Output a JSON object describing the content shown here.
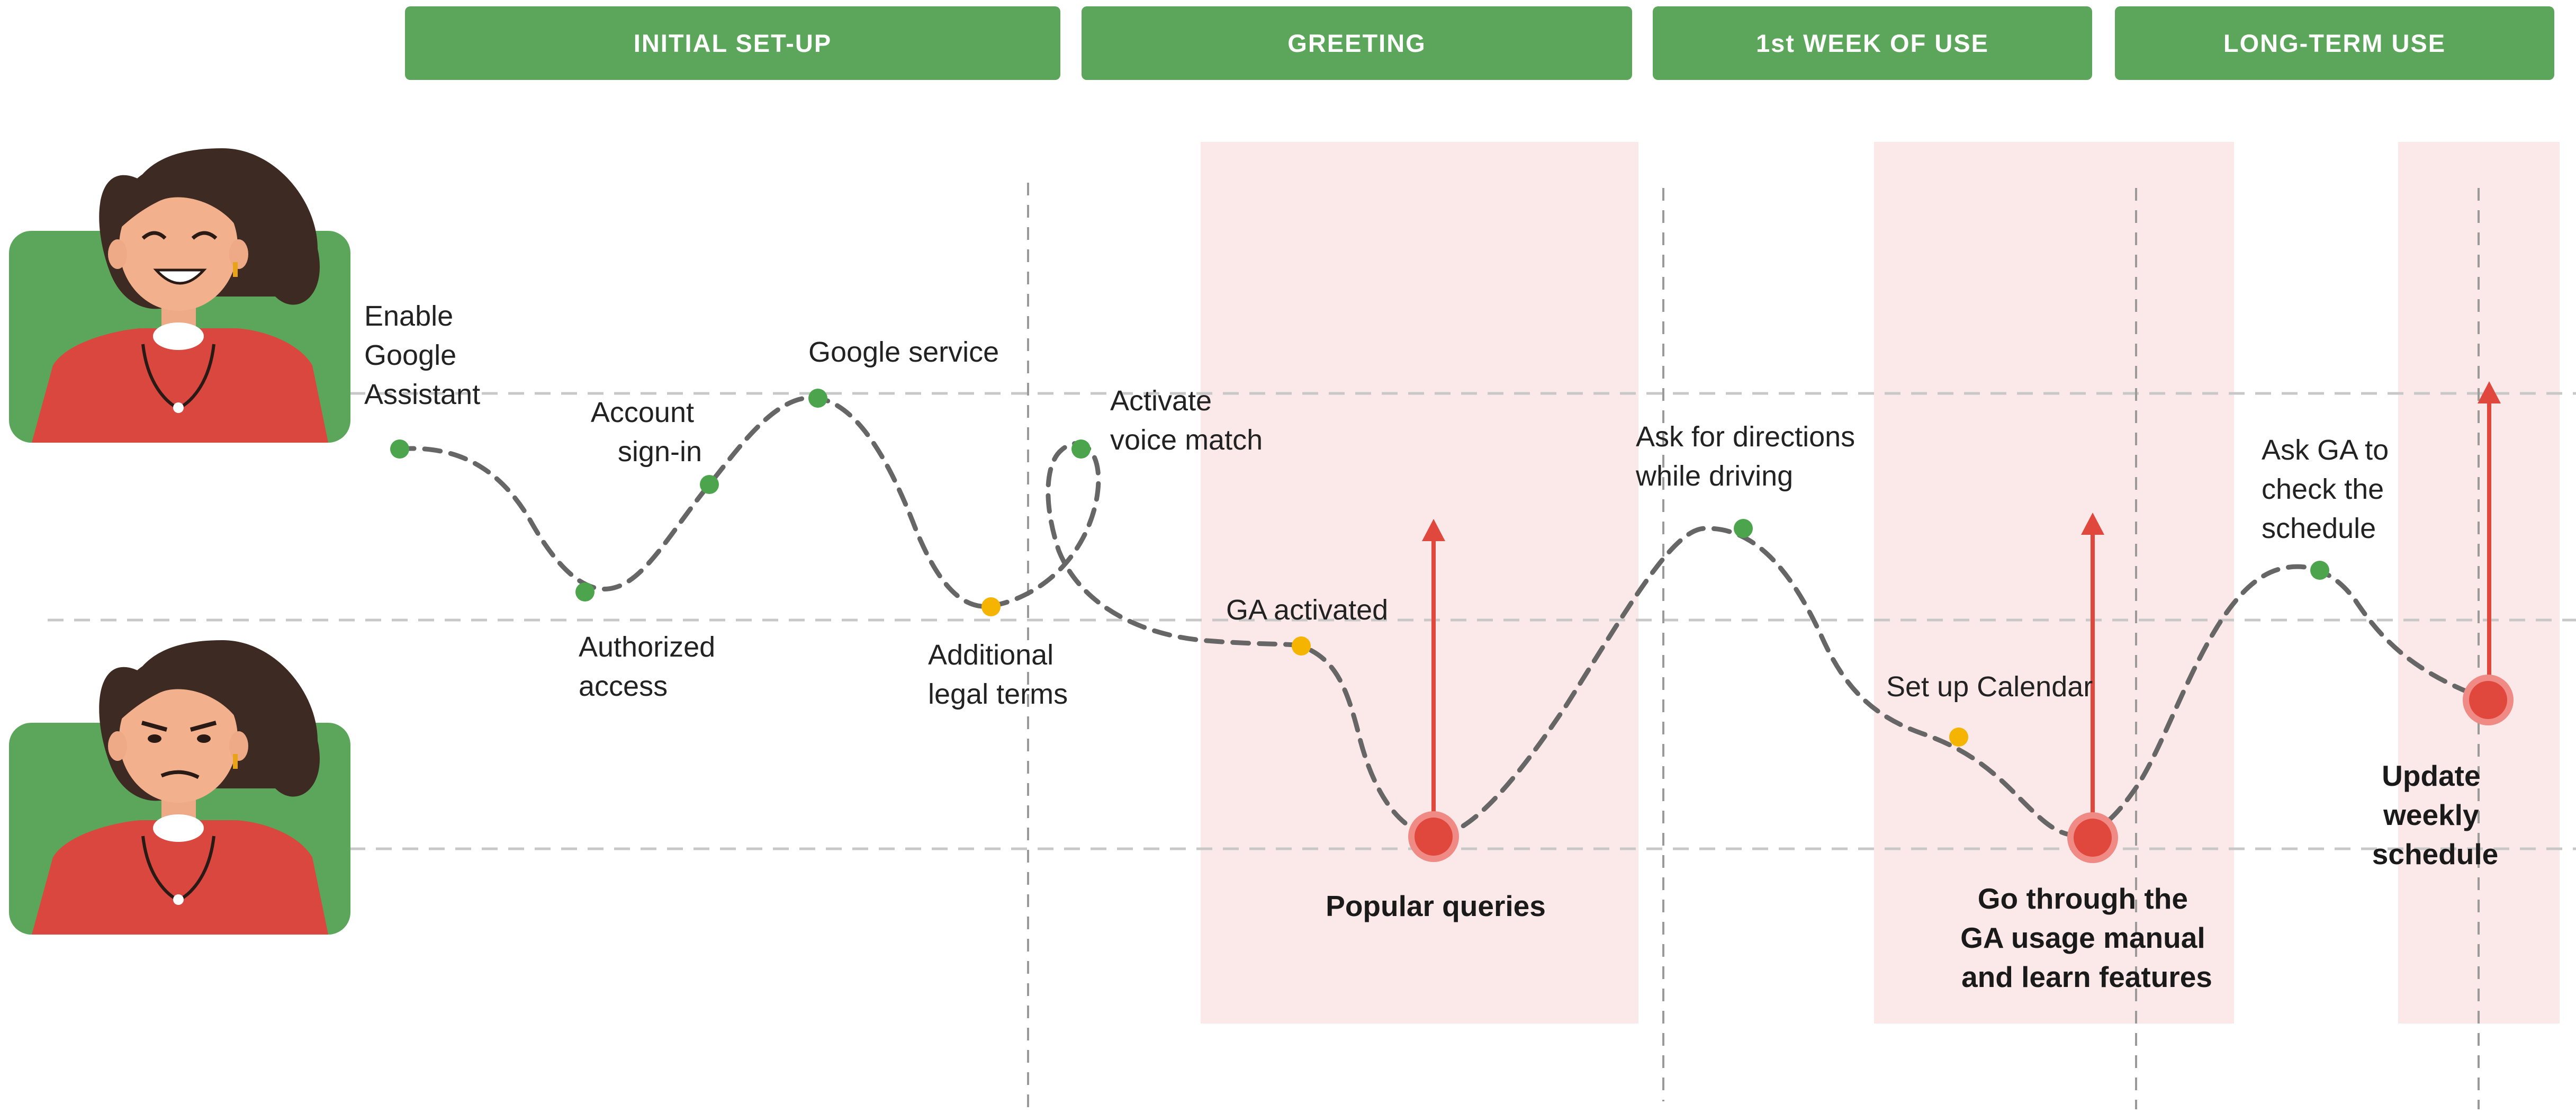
{
  "phases": [
    {
      "label": "INITIAL SET-UP"
    },
    {
      "label": "GREETING"
    },
    {
      "label": "1st WEEK OF USE"
    },
    {
      "label": "LONG-TERM USE"
    }
  ],
  "personas": [
    {
      "mood": "happy"
    },
    {
      "mood": "unhappy"
    }
  ],
  "steps": [
    {
      "lines": [
        "Enable",
        "Google",
        "Assistant"
      ],
      "kind": "positive"
    },
    {
      "lines": [
        "Authorized",
        "access"
      ],
      "kind": "positive"
    },
    {
      "lines": [
        "Account",
        "sign-in"
      ],
      "kind": "positive"
    },
    {
      "lines": [
        "Google service"
      ],
      "kind": "positive"
    },
    {
      "lines": [
        "Additional",
        "legal terms"
      ],
      "kind": "neutral"
    },
    {
      "lines": [
        "Activate",
        "voice match"
      ],
      "kind": "positive"
    },
    {
      "lines": [
        "GA activated"
      ],
      "kind": "neutral"
    },
    {
      "lines": [
        "Ask for directions",
        "while driving"
      ],
      "kind": "positive"
    },
    {
      "lines": [
        "Set up Calendar"
      ],
      "kind": "neutral"
    },
    {
      "lines": [
        "Ask GA to",
        "check the",
        "schedule"
      ],
      "kind": "positive"
    }
  ],
  "key_moments": [
    {
      "lines": [
        "Popular queries"
      ]
    },
    {
      "lines": [
        "Go through the",
        "GA usage manual",
        "and learn features"
      ]
    },
    {
      "lines": [
        "Update",
        "weekly",
        "schedule"
      ]
    }
  ],
  "colors": {
    "phase_bar": "#5ba65a",
    "positive_dot": "#4ca54d",
    "neutral_dot": "#f4b400",
    "key_point": "#e0473d",
    "highlight_zone": "#fbe9e9",
    "curve": "#666666",
    "guide_line": "#c8c8c8"
  }
}
